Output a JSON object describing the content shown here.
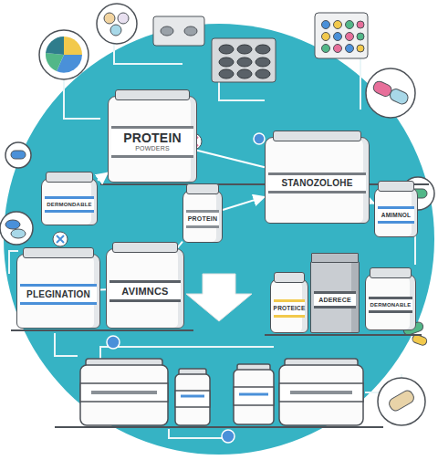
{
  "diagram": {
    "nodes": [
      {
        "text": [
          "PROTEIN",
          "POWDERS"
        ]
      },
      {
        "text": [
          "STANOZOLOHE"
        ]
      },
      {
        "text": [
          "DERMONDABLE"
        ]
      },
      {
        "text": [
          "PROTEIN"
        ]
      },
      {
        "text": [
          "AMIMNOL"
        ]
      },
      {
        "text": [
          "PLEGINATION"
        ]
      },
      {
        "text": [
          "AVIMNCS"
        ]
      },
      {
        "text": [
          "PROTEICE"
        ]
      },
      {
        "text": [
          "ADERECE"
        ]
      },
      {
        "text": [
          "DERMONABLE"
        ]
      }
    ],
    "edges": [
      {
        "from": 2,
        "to": 0,
        "arrow": "to"
      },
      {
        "from": 0,
        "to": 1,
        "arrow": "none"
      },
      {
        "from": 3,
        "to": 1,
        "arrow": "to"
      },
      {
        "from": 1,
        "to": 4,
        "arrow": "to"
      },
      {
        "from": 5,
        "to": 6,
        "arrow": "none"
      },
      {
        "from": 3,
        "to": 6,
        "arrow": "none"
      }
    ]
  }
}
